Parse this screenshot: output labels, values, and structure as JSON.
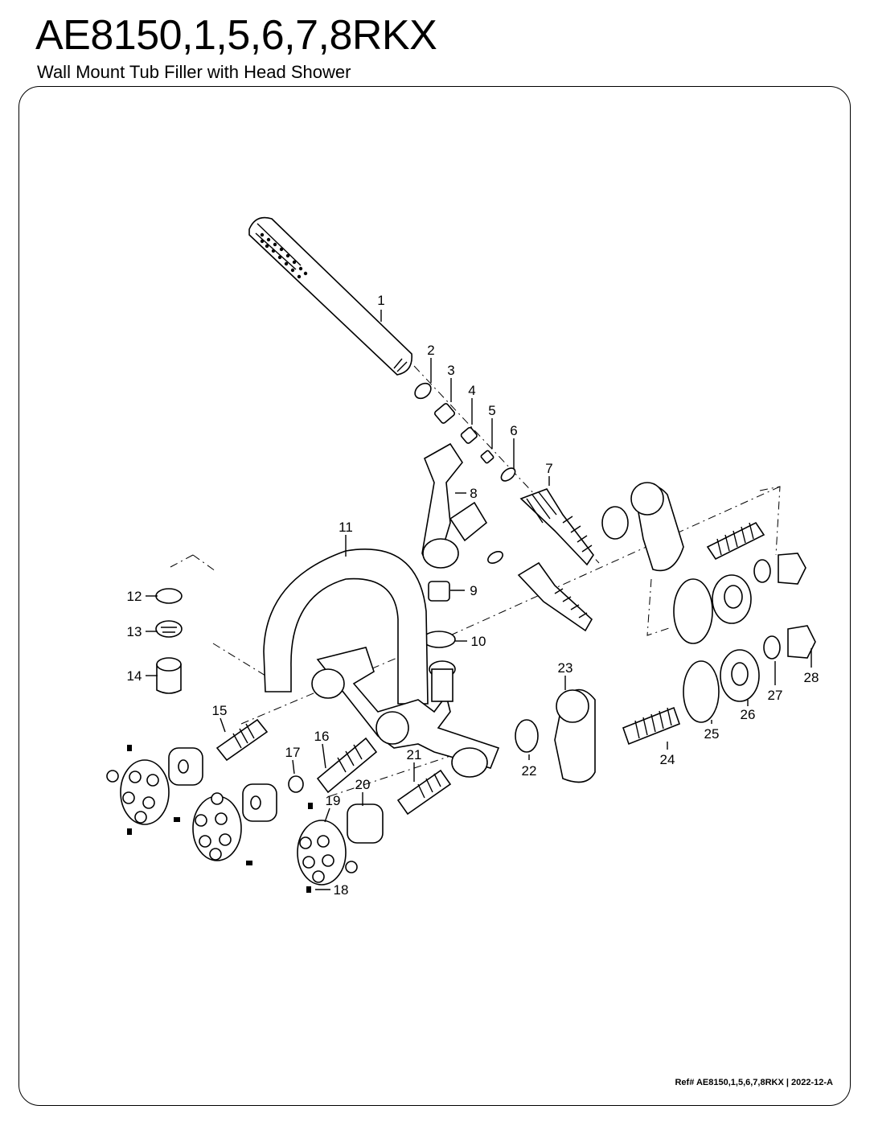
{
  "title": "AE8150,1,5,6,7,8RKX",
  "subtitle": "Wall Mount Tub Filler with Head Shower",
  "reference": "Ref# AE8150,1,5,6,7,8RKX | 2022-12-A",
  "callouts": [
    "1",
    "2",
    "3",
    "4",
    "5",
    "6",
    "7",
    "8",
    "9",
    "10",
    "11",
    "12",
    "13",
    "14",
    "15",
    "16",
    "17",
    "18",
    "19",
    "20",
    "21",
    "22",
    "23",
    "24",
    "25",
    "26",
    "27",
    "28"
  ]
}
